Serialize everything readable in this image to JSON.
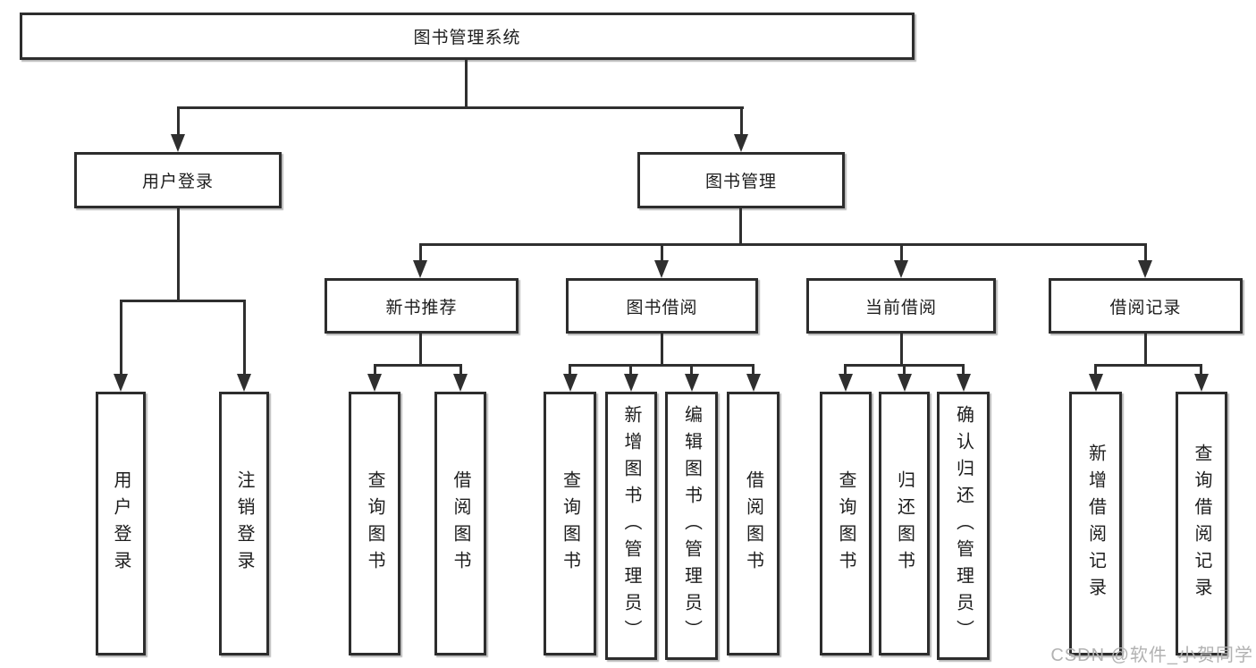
{
  "diagram": {
    "type": "hierarchy-tree",
    "root": {
      "label": "图书管理系统"
    },
    "branches": [
      {
        "label": "用户登录",
        "children": [
          {
            "label": "用户登录"
          },
          {
            "label": "注销登录"
          }
        ]
      },
      {
        "label": "图书管理",
        "children": [
          {
            "label": "新书推荐",
            "children": [
              {
                "label": "查询图书"
              },
              {
                "label": "借阅图书"
              }
            ]
          },
          {
            "label": "图书借阅",
            "children": [
              {
                "label": "查询图书"
              },
              {
                "label": "新增图书（管理员）"
              },
              {
                "label": "编辑图书（管理员）"
              },
              {
                "label": "借阅图书"
              }
            ]
          },
          {
            "label": "当前借阅",
            "children": [
              {
                "label": "查询图书"
              },
              {
                "label": "归还图书"
              },
              {
                "label": "确认归还（管理员）"
              }
            ]
          },
          {
            "label": "借阅记录",
            "children": [
              {
                "label": "新增借阅记录"
              },
              {
                "label": "查询借阅记录"
              }
            ]
          }
        ]
      }
    ]
  },
  "watermark": {
    "text": "CSDN @软件_小贺同学"
  },
  "colors": {
    "line": "#2f2f2f",
    "border": "#2d2d2d",
    "text": "#1d1d1d",
    "background": "#ffffff",
    "watermark": "#b2b2b2"
  }
}
